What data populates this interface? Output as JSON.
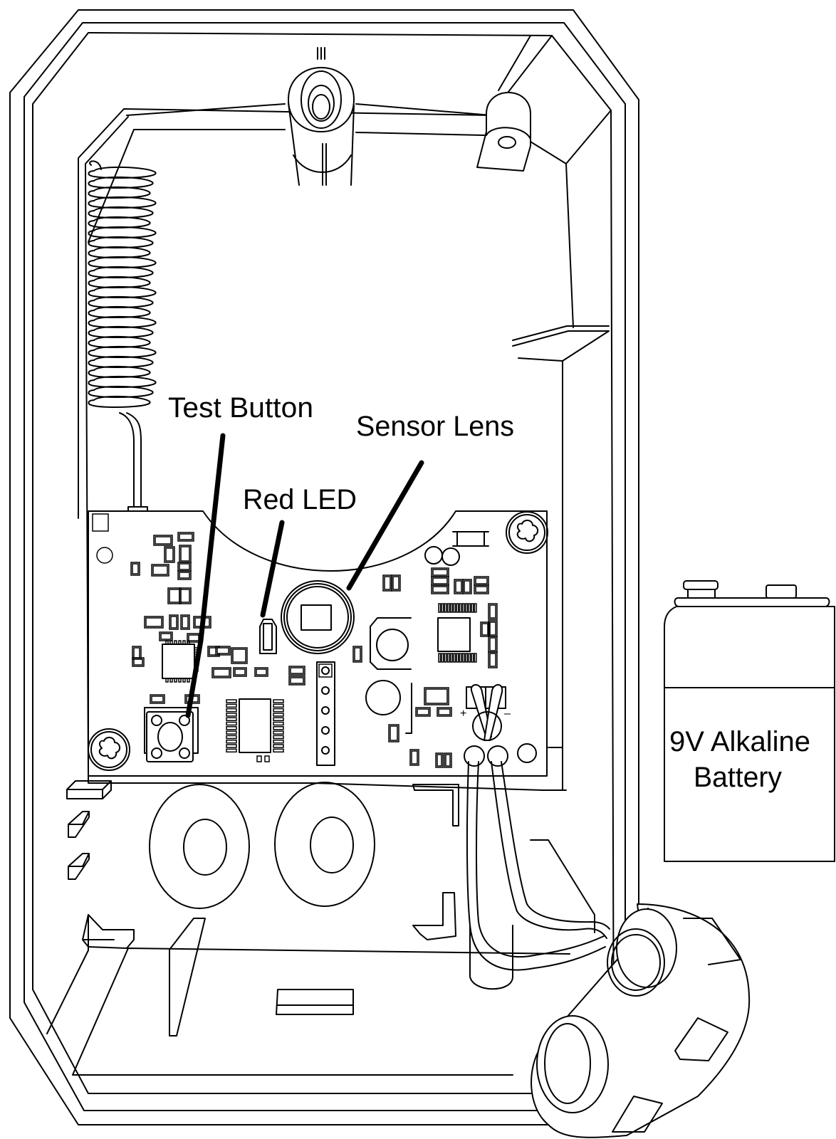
{
  "diagram": {
    "subject": "Wireless motion sensor – open enclosure with circuit board",
    "stroke_color": "#000000",
    "background_color": "#ffffff"
  },
  "labels": {
    "test_button": "Test Button",
    "sensor_lens": "Sensor Lens",
    "red_led": "Red LED",
    "battery_line1": "9V Alkaline",
    "battery_line2": "Battery"
  },
  "terminals": {
    "positive": "+",
    "negative": "–"
  }
}
